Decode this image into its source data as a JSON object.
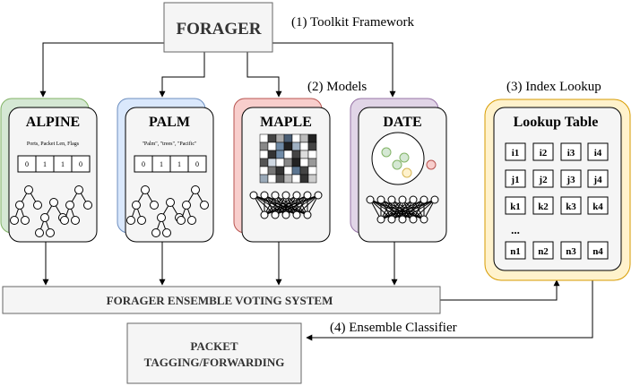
{
  "forager": "FORAGER",
  "labels": {
    "toolkit": "(1) Toolkit Framework",
    "models": "(2) Models",
    "index_lookup": "(3) Index Lookup",
    "ensemble_classifier": "(4) Ensemble Classifier"
  },
  "models": [
    {
      "name": "ALPINE",
      "caption": "Ports, Packet Len, Flags",
      "bits": [
        "0",
        "1",
        "1",
        "0"
      ],
      "back_fill": "#d5e8d4",
      "back_stroke": "#82b366"
    },
    {
      "name": "PALM",
      "caption": "\"Palm\", \"trees\", \"Pacific\"",
      "bits": [
        "0",
        "1",
        "1",
        "0"
      ],
      "back_fill": "#dae8fc",
      "back_stroke": "#6c8ebf"
    },
    {
      "name": "MAPLE",
      "caption": "",
      "bits": [],
      "back_fill": "#f8cecc",
      "back_stroke": "#b85450"
    },
    {
      "name": "DATE",
      "caption": "",
      "bits": [],
      "back_fill": "#e1d5e7",
      "back_stroke": "#9673a6"
    }
  ],
  "lookup": {
    "title": "Lookup Table",
    "rows": [
      [
        "i1",
        "i2",
        "i3",
        "i4"
      ],
      [
        "j1",
        "j2",
        "j3",
        "j4"
      ],
      [
        "k1",
        "k2",
        "k3",
        "k4"
      ],
      [
        "...",
        "",
        "",
        ""
      ],
      [
        "n1",
        "n2",
        "n3",
        "n4"
      ]
    ],
    "fill": "#fff2cc",
    "stroke": "#d79b00"
  },
  "voting_system": "FORAGER ENSEMBLE VOTING SYSTEM",
  "packet": {
    "line1": "PACKET",
    "line2": "TAGGING/FORWARDING"
  },
  "colors": {
    "box_fill": "#f5f5f5",
    "box_stroke": "#666666",
    "card_fill": "#f5f5f5"
  }
}
